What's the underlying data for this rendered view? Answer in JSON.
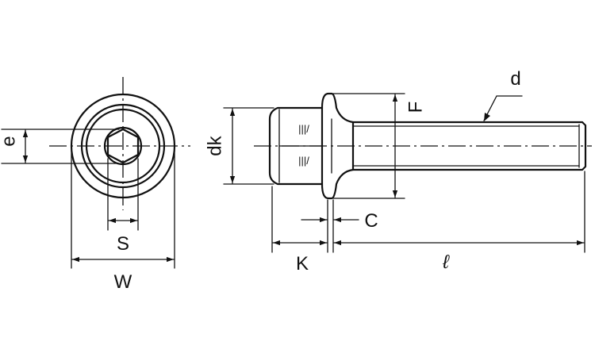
{
  "dimensions": {
    "e": "e",
    "s": "S",
    "w": "W",
    "dk": "dk",
    "k": "K",
    "c": "C",
    "f": "F",
    "d": "d",
    "l": "ℓ"
  },
  "head_marking": "|||/"
}
